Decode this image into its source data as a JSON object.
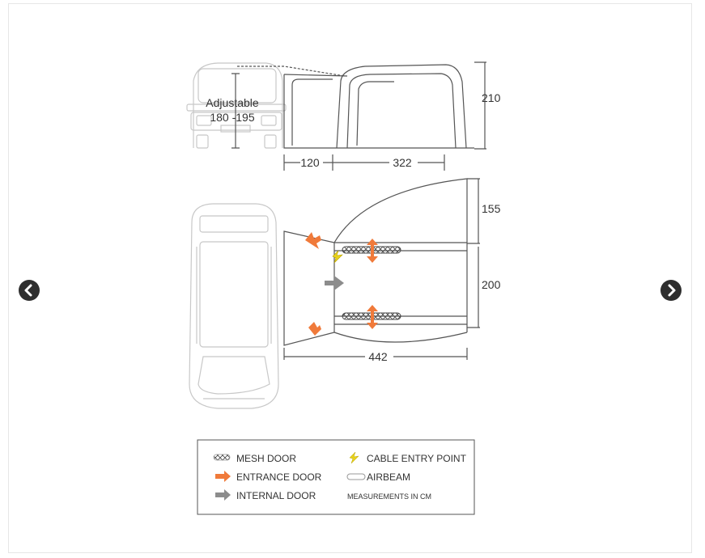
{
  "carousel": {
    "prev_label": "Previous image",
    "next_label": "Next image"
  },
  "diagram": {
    "adjustable_label": "Adjustable",
    "adjustable_range": "180 -195",
    "height": "210",
    "side_width_annex": "120",
    "side_width_main": "322",
    "plan_depth_front": "155",
    "plan_depth_rear": "200",
    "plan_total_width": "442"
  },
  "legend": {
    "mesh_door": "MESH DOOR",
    "entrance_door": "ENTRANCE DOOR",
    "internal_door": "INTERNAL DOOR",
    "cable_entry": "CABLE ENTRY POINT",
    "airbeam": "AIRBEAM",
    "units_note": "MEASUREMENTS IN CM"
  },
  "colors": {
    "entrance_arrow": "#f07a3a",
    "internal_arrow": "#8c8c8c",
    "cable_bolt": "#e8d21c",
    "outline": "#555555",
    "vehicle_outline": "#c8c8c8"
  }
}
